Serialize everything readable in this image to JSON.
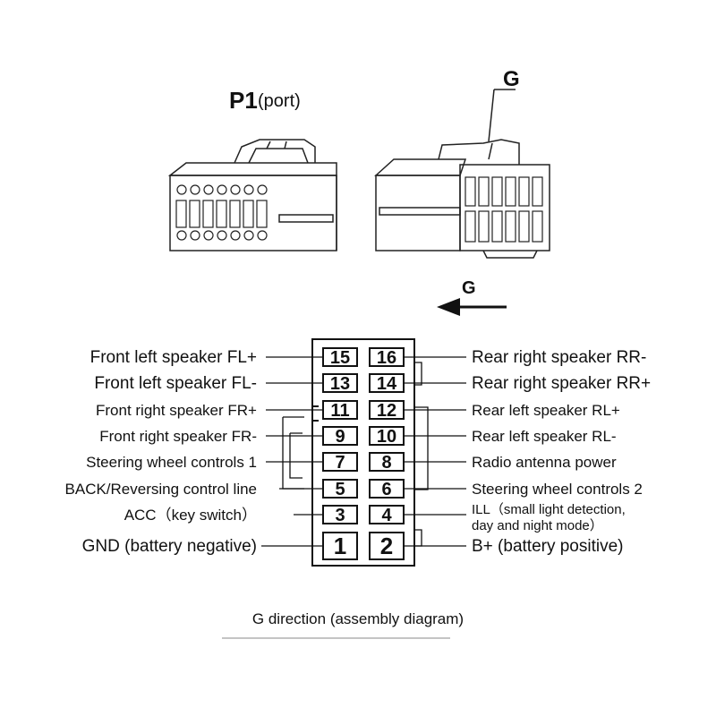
{
  "header": {
    "port_id": "P1",
    "port_label": "(port)",
    "g_marker_top": "G",
    "g_marker_arrow": "G"
  },
  "pins": [
    {
      "n": "15",
      "label": "Front left speaker  FL+"
    },
    {
      "n": "16",
      "label": "Rear right speaker RR-"
    },
    {
      "n": "13",
      "label": "Front left speaker  FL-"
    },
    {
      "n": "14",
      "label": "Rear right speaker RR+"
    },
    {
      "n": "11",
      "label": "Front right speaker  FR+"
    },
    {
      "n": "12",
      "label": "Rear left speaker RL+"
    },
    {
      "n": "9",
      "label": "Front right speaker  FR-"
    },
    {
      "n": "10",
      "label": "Rear left speaker RL-"
    },
    {
      "n": "7",
      "label": "Steering wheel controls 1"
    },
    {
      "n": "8",
      "label": "Radio antenna power"
    },
    {
      "n": "5",
      "label": "BACK/Reversing control line"
    },
    {
      "n": "6",
      "label": "Steering wheel controls 2"
    },
    {
      "n": "3",
      "label": "ACC（key switch）"
    },
    {
      "n": "4",
      "label": "ILL（small light detection,",
      "label_line2": "day and night mode）"
    },
    {
      "n": "1",
      "label": "GND (battery negative)"
    },
    {
      "n": "2",
      "label": "B+ (battery positive)"
    }
  ],
  "caption": "G direction (assembly diagram)"
}
